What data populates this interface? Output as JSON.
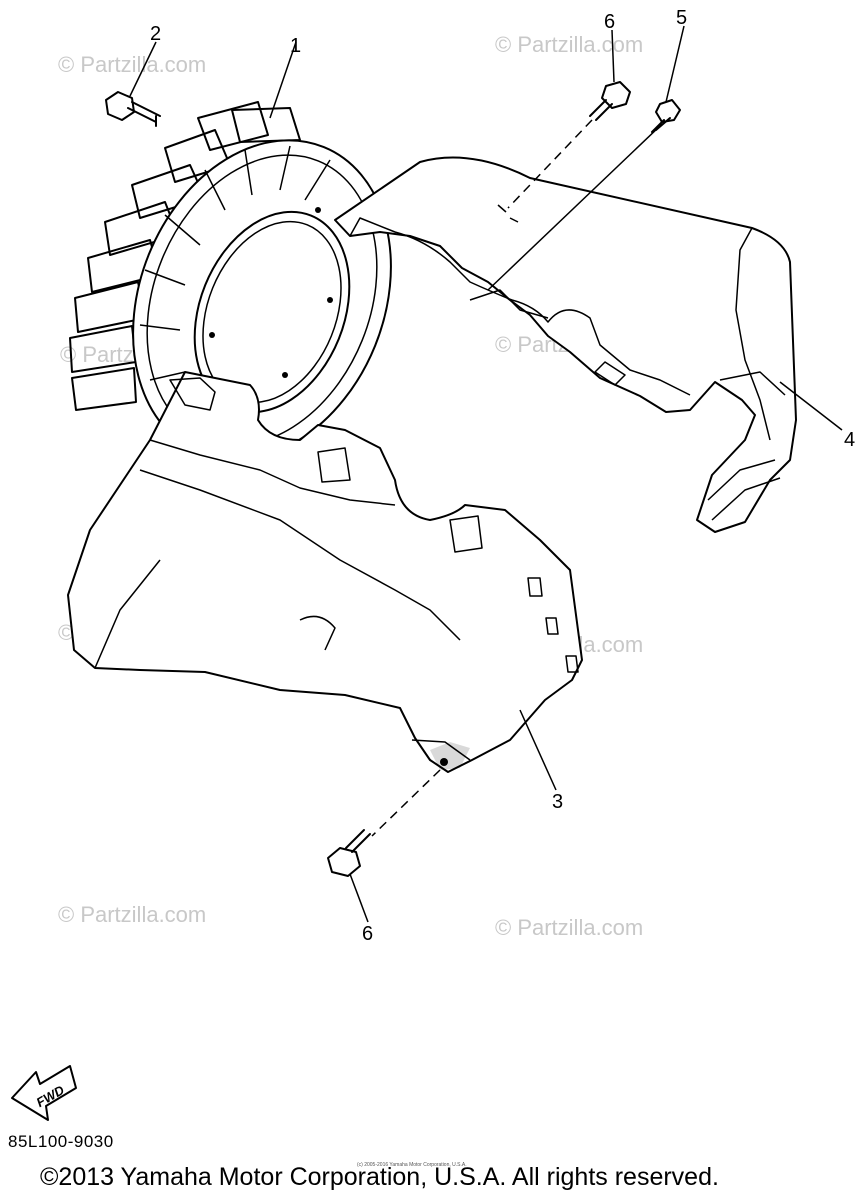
{
  "callouts": {
    "c1": "1",
    "c2": "2",
    "c3": "3",
    "c4": "4",
    "c5": "5",
    "c6_top": "6",
    "c6_bottom": "6"
  },
  "watermark": "© Partzilla.com",
  "fwd_label": "FWD",
  "drawing_code": "85L100-9030",
  "tiny_copyright": "(c) 2005-2016 Yamaha Motor Corporation, U.S.A.",
  "copyright": "©2013 Yamaha Motor Corporation, U.S.A. All rights reserved.",
  "icons": {
    "fwd_arrow": "fwd-arrow-icon"
  },
  "colors": {
    "line": "#000000",
    "watermark": "#c8c8c8",
    "background": "#ffffff"
  }
}
